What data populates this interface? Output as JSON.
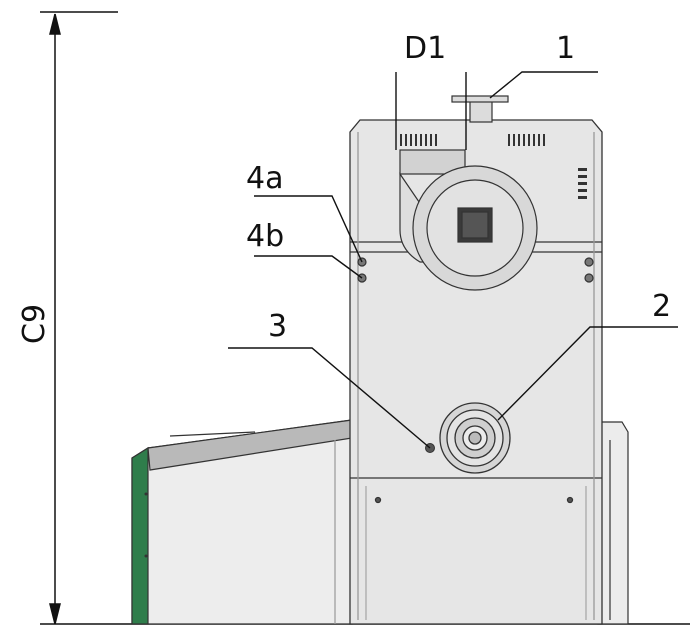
{
  "labels": {
    "d1": "D1",
    "one": "1",
    "four_a": "4a",
    "four_b": "4b",
    "two": "2",
    "three": "3"
  },
  "dimension": {
    "label": "C9"
  },
  "colors": {
    "body_fill": "#e8e8e8",
    "body_stroke": "#333333",
    "panel_green": "#2f7d4b",
    "dark": "#3a3a3a",
    "hopper_lid": "#b9b9b9"
  }
}
